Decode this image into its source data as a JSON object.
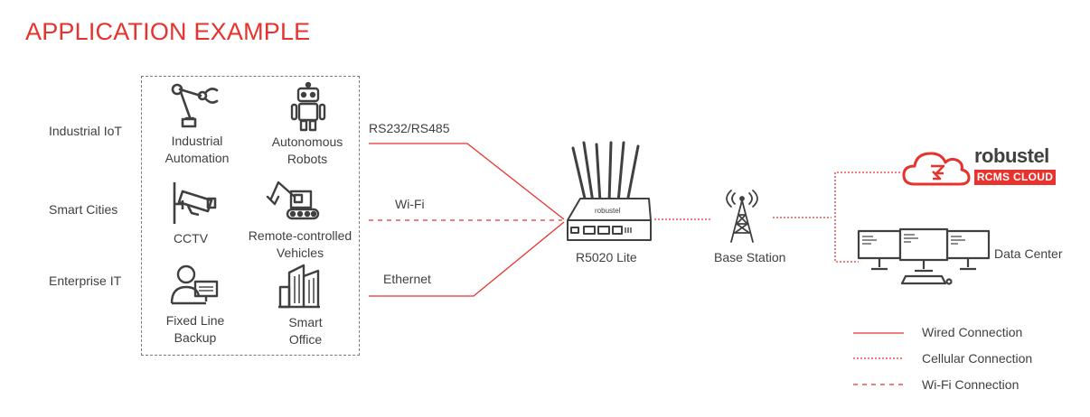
{
  "title": "APPLICATION EXAMPLE",
  "categories": [
    "Industrial IoT",
    "Smart Cities",
    "Enterprise IT"
  ],
  "applications": [
    {
      "lines": [
        "Industrial",
        "Automation"
      ],
      "icon": "robot-arm-icon"
    },
    {
      "lines": [
        "Autonomous",
        "Robots"
      ],
      "icon": "robot-icon"
    },
    {
      "lines": [
        "CCTV"
      ],
      "icon": "cctv-camera-icon"
    },
    {
      "lines": [
        "Remote-controlled",
        "Vehicles"
      ],
      "icon": "excavator-icon"
    },
    {
      "lines": [
        "Fixed Line",
        "Backup"
      ],
      "icon": "user-computer-icon"
    },
    {
      "lines": [
        "Smart",
        "Office"
      ],
      "icon": "office-building-icon"
    }
  ],
  "links": {
    "serial": "RS232/RS485",
    "wifi": "Wi-Fi",
    "ethernet": "Ethernet"
  },
  "devices": {
    "router": "R5020 Lite",
    "router_logo": "robustel",
    "base_station": "Base Station",
    "data_center": "Data Center",
    "cloud_brand": "robustel",
    "cloud_name": "RCMS CLOUD"
  },
  "legend": [
    {
      "label": "Wired Connection",
      "style": "solid"
    },
    {
      "label": "Cellular Connection",
      "style": "dotted"
    },
    {
      "label": "Wi-Fi Connection",
      "style": "dashed"
    }
  ],
  "colors": {
    "accent": "#e8322d",
    "icon": "#404040",
    "text": "#404040"
  }
}
